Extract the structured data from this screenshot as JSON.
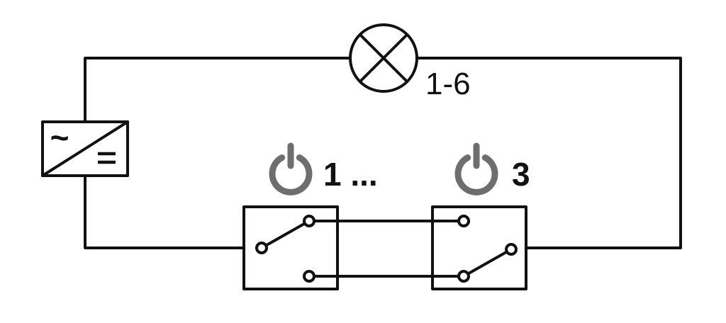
{
  "diagram": {
    "converter": {
      "ac_symbol": "~"
    },
    "lamp": {
      "label": "1-6"
    },
    "switches": [
      {
        "label": "1 ..."
      },
      {
        "label": "3"
      }
    ],
    "colors": {
      "line": "#111111",
      "power_icon": "#6e6e6e",
      "background": "#ffffff"
    },
    "icons": [
      "lamp-icon",
      "ac-dc-converter-icon",
      "power-icon",
      "two-way-switch-icon"
    ]
  }
}
